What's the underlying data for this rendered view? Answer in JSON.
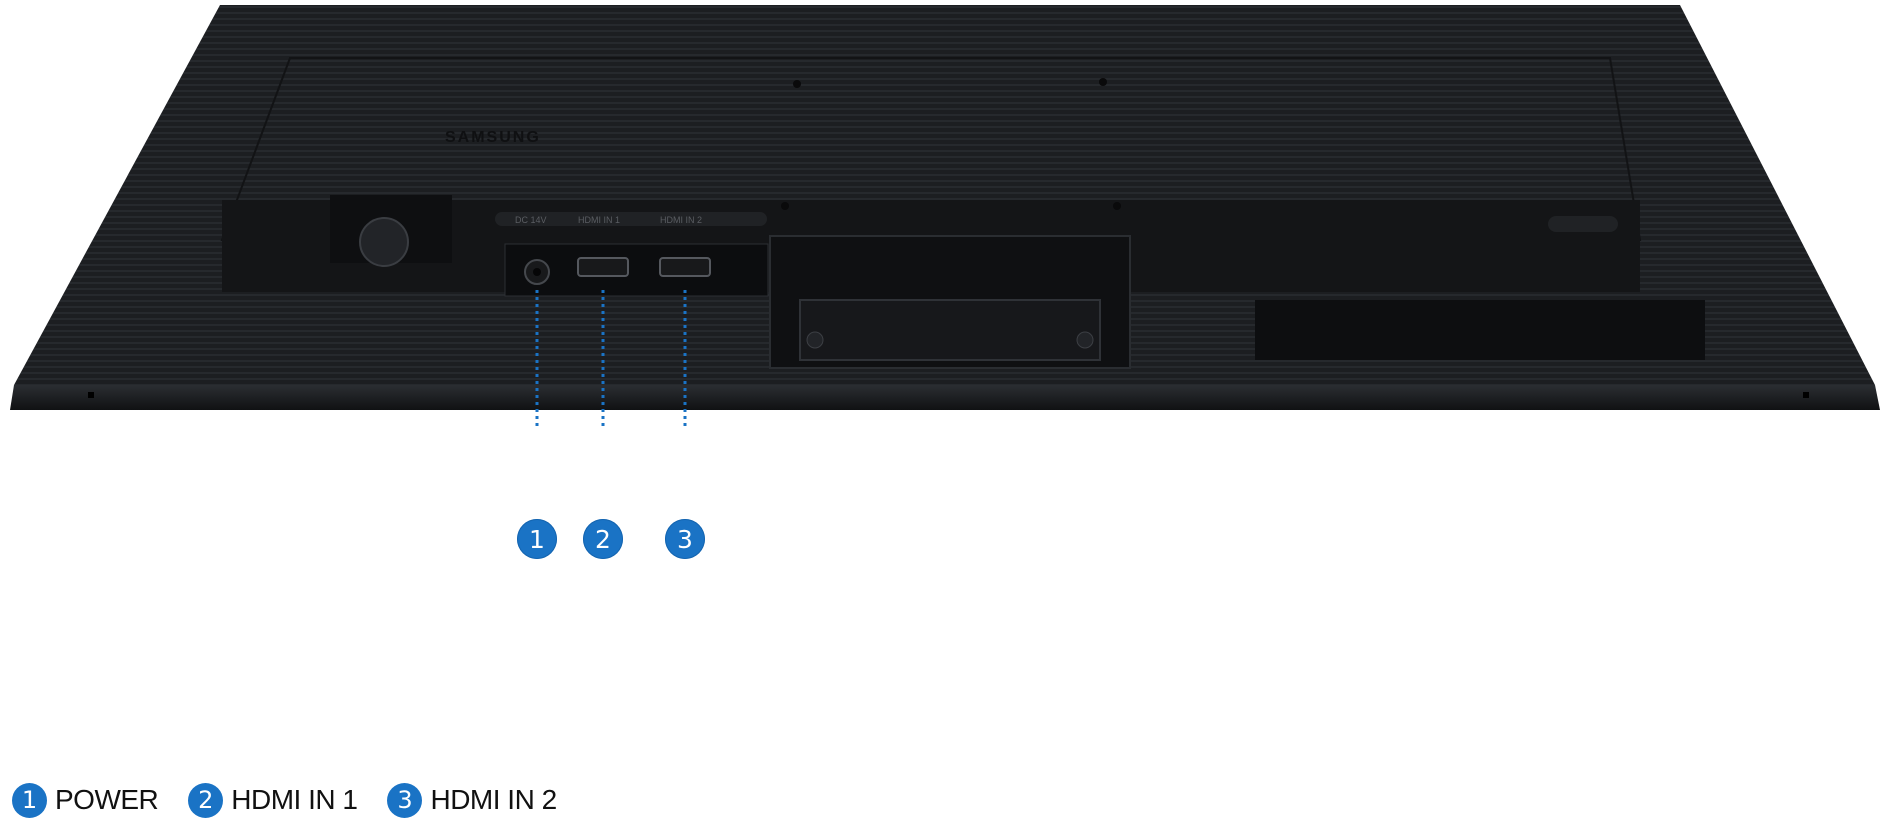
{
  "product": {
    "brand_logo": "SAMSUNG",
    "port_labels": [
      "DC 14V",
      "HDMI IN 1",
      "HDMI IN 2"
    ]
  },
  "callouts": [
    "1",
    "2",
    "3"
  ],
  "legend": [
    {
      "num": "1",
      "label": "POWER"
    },
    {
      "num": "2",
      "label": "HDMI IN 1"
    },
    {
      "num": "3",
      "label": "HDMI IN 2"
    }
  ],
  "colors": {
    "accent": "#1a73c5",
    "panel": "#1b1d20",
    "dotted_line": "#1a73c5"
  }
}
